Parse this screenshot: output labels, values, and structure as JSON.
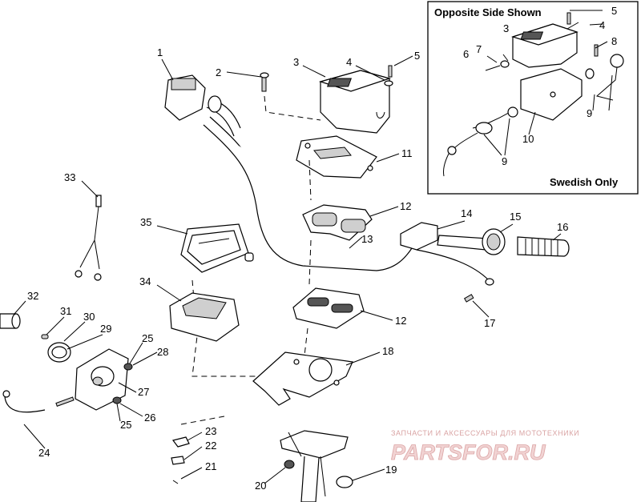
{
  "inset": {
    "title": "Opposite Side Shown",
    "note": "Swedish Only",
    "callouts": [
      "5",
      "3",
      "4",
      "8",
      "6",
      "7",
      "9",
      "10",
      "9"
    ]
  },
  "callouts": [
    "1",
    "2",
    "3",
    "4",
    "5",
    "11",
    "12",
    "12",
    "13",
    "14",
    "15",
    "16",
    "17",
    "18",
    "19",
    "20",
    "21",
    "22",
    "23",
    "24",
    "25",
    "25",
    "26",
    "27",
    "28",
    "29",
    "30",
    "31",
    "32",
    "33",
    "34",
    "35"
  ],
  "watermark": {
    "line1": "ЗАПЧАСТИ И АКСЕССУАРЫ ДЛЯ МОТОТЕХНИКИ",
    "line2": "PARTSFOR.RU"
  }
}
